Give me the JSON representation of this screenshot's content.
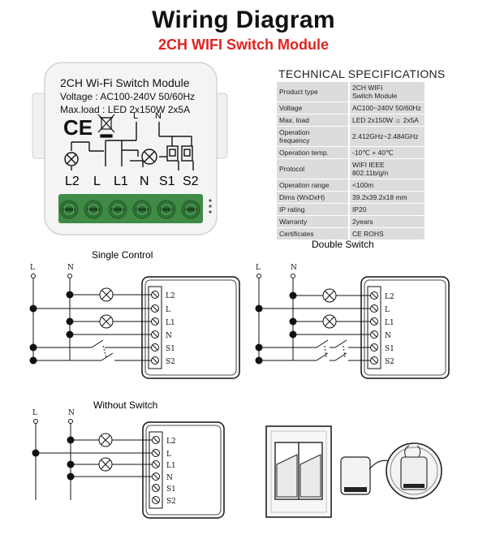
{
  "header": {
    "title": "Wiring Diagram",
    "subtitle": "2CH WIFI Switch Module"
  },
  "device": {
    "name": "2CH Wi-Fi Switch Module",
    "voltage": "Voltage : AC100-240V 50/60Hz",
    "maxload": "Max.load : LED 2x150W   2x5A",
    "terminals": [
      "L2",
      "L",
      "L1",
      "N",
      "S1",
      "S2"
    ],
    "top_terminals": [
      "L",
      "N"
    ],
    "ce_mark": "CE"
  },
  "specs": {
    "title": "TECHNICAL SPECIFICATIONS",
    "rows": [
      {
        "key": "Product type",
        "value": "2CH WIFI\nSwitch Module"
      },
      {
        "key": "Voltage",
        "value": "AC100~240V 50/60Hz"
      },
      {
        "key": "Max. load",
        "value": "LED 2x150W  ☼  2x5A"
      },
      {
        "key": "Operation\nfrequency",
        "value": "2.412GHz~2.484GHz"
      },
      {
        "key": "Operation temp.",
        "value": "-10℃ + 40℃"
      },
      {
        "key": "Protocol",
        "value": "WIFI  IEEE 802.11b/g/n"
      },
      {
        "key": "Operation range",
        "value": "<100m"
      },
      {
        "key": "Dims (WxDxH)",
        "value": "39.2x39.2x18 mm"
      },
      {
        "key": "IP rating",
        "value": "IP20"
      },
      {
        "key": "Warranty",
        "value": "2years"
      },
      {
        "key": "Certificates",
        "value": "CE ROHS"
      }
    ]
  },
  "diagrams": {
    "single": {
      "label": "Single Control"
    },
    "double": {
      "label": "Double Switch"
    },
    "without": {
      "label": "Without Switch"
    },
    "line_labels": [
      "L",
      "N"
    ],
    "module_terminals": [
      "L2",
      "L",
      "L1",
      "N",
      "S1",
      "S2"
    ]
  },
  "colors": {
    "accent_red": "#e0231f",
    "terminal_green": "#3f8a45",
    "table_bg": "#dcdcdc"
  }
}
